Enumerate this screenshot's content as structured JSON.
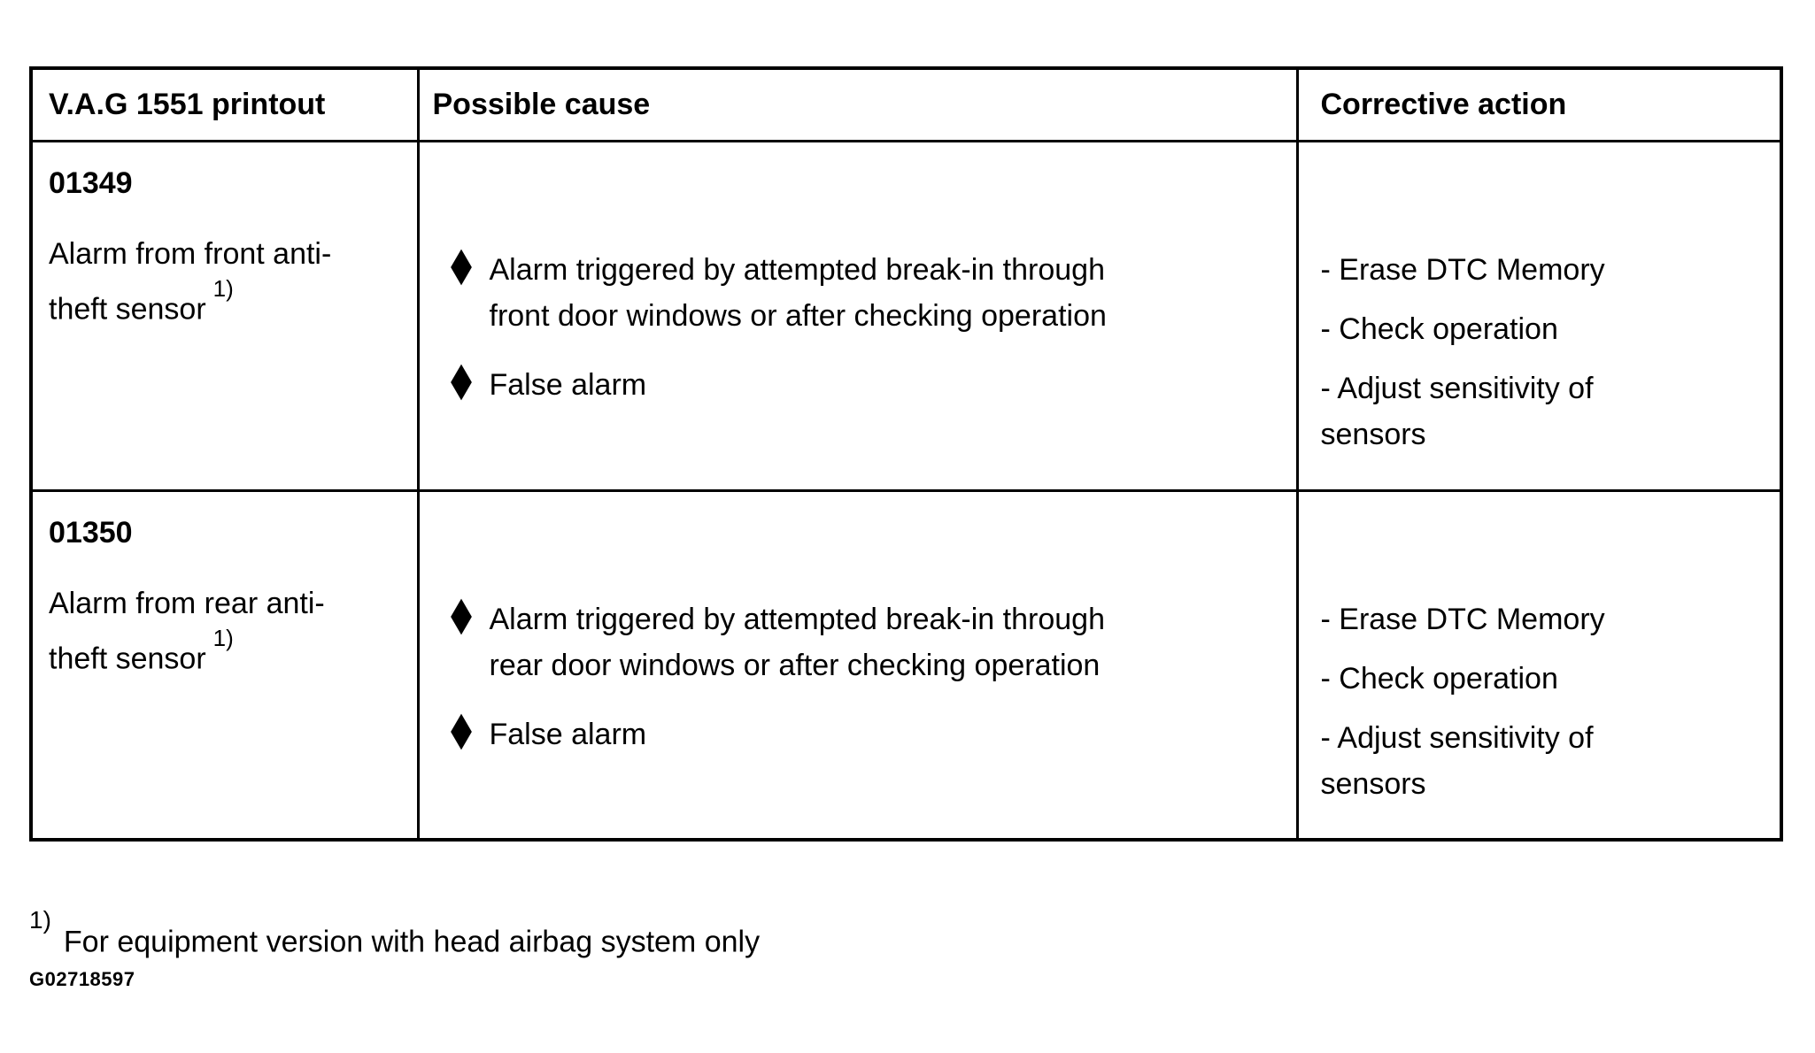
{
  "colors": {
    "text": "#000000",
    "border": "#000000",
    "background": "#ffffff"
  },
  "icons": {
    "cause_bullet": "diamond-bullet"
  },
  "table": {
    "headers": [
      "V.A.G 1551 printout",
      "Possible cause",
      "Corrective action"
    ],
    "rows": [
      {
        "code": "01349",
        "description": "Alarm from front anti-theft sensor",
        "footnote_ref": "1)",
        "causes": [
          "Alarm triggered by attempted break-in through front door windows or after checking operation",
          "False alarm"
        ],
        "actions": [
          "- Erase DTC Memory",
          "- Check operation",
          "- Adjust sensitivity of sensors"
        ]
      },
      {
        "code": "01350",
        "description": "Alarm from rear anti-theft sensor",
        "footnote_ref": "1)",
        "causes": [
          "Alarm triggered by attempted break-in through rear door windows or after checking operation",
          "False alarm"
        ],
        "actions": [
          "- Erase DTC Memory",
          "- Check operation",
          "- Adjust sensitivity of sensors"
        ]
      }
    ]
  },
  "footnote": {
    "ref": "1)",
    "text": "For equipment version with head airbag system only"
  },
  "figure_id": "G02718597"
}
